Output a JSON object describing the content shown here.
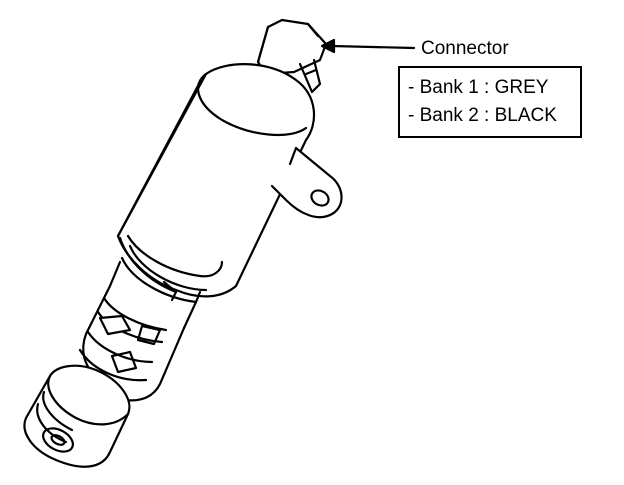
{
  "callout": {
    "label": "Connector"
  },
  "specs": {
    "items": [
      "- Bank 1 : GREY",
      "- Bank 2 : BLACK"
    ]
  },
  "colors": {
    "line": "#000000",
    "background": "#ffffff"
  }
}
